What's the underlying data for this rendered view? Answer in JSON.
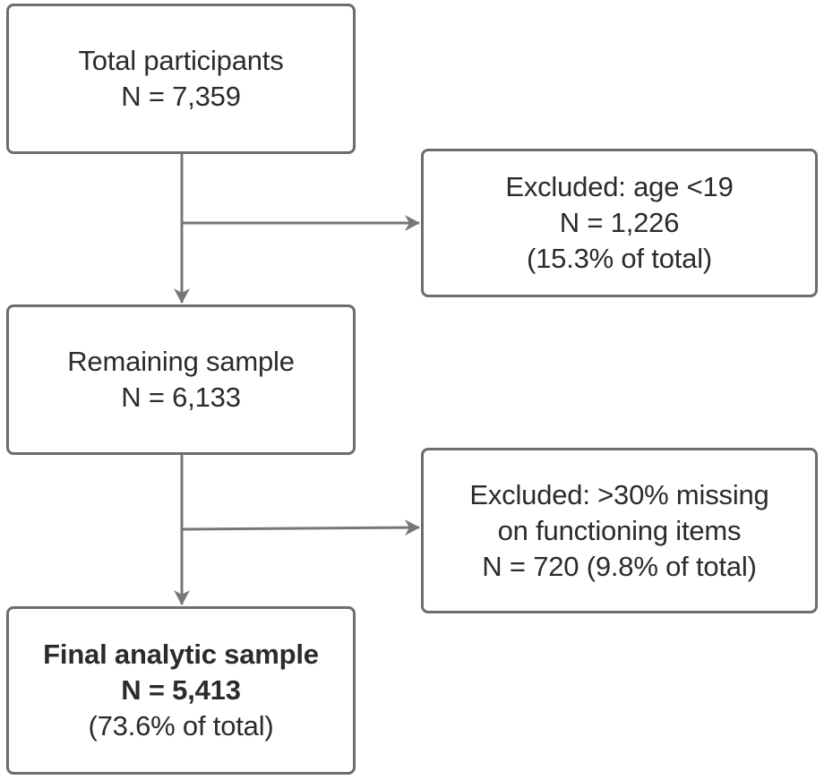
{
  "diagram": {
    "total": {
      "title": "Total participants",
      "count": "N = 7,359"
    },
    "exclusion_age": {
      "title": "Excluded: age <19",
      "count": "N = 1,226",
      "percent": "(15.3% of total)"
    },
    "remaining": {
      "title": "Remaining sample",
      "count": "N = 6,133"
    },
    "exclusion_missing": {
      "title": "Excluded: >30% missing",
      "subtitle": "on functioning items",
      "count": "N = 720 (9.8% of total)"
    },
    "final": {
      "title": "Final analytic sample",
      "count": "N = 5,413",
      "percent": "(73.6% of total)"
    }
  },
  "colors": {
    "border": "#6d6d6d",
    "arrow": "#777777",
    "text": "#2b2b2b"
  }
}
